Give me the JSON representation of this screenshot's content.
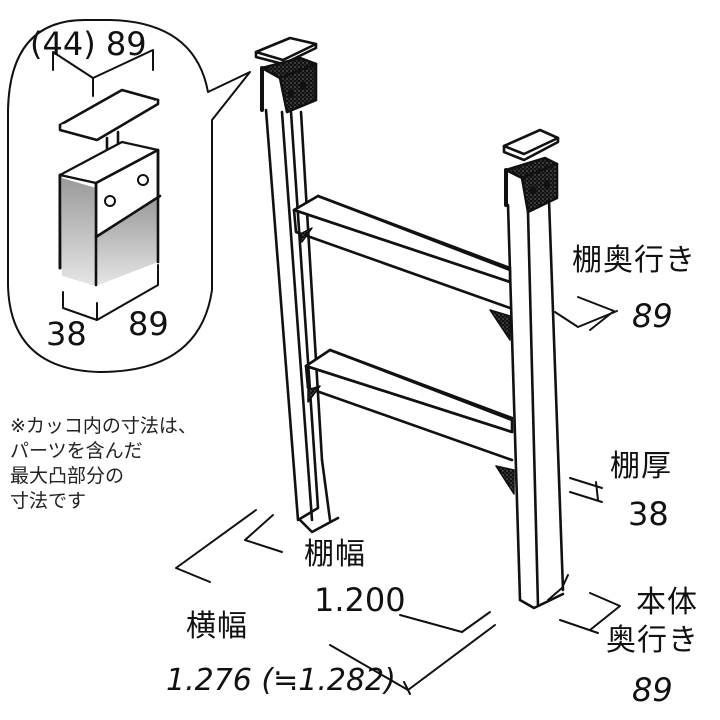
{
  "diagram": {
    "type": "isometric shelf frame sketch",
    "detail_callout": {
      "top_dimension_label": "(44) 89",
      "bottom_left_dimension": "38",
      "bottom_right_dimension": "89"
    },
    "note_lines": [
      "※カッコ内の寸法は、",
      "パーツを含んだ",
      "最大凸部分の",
      "寸法です"
    ],
    "dimensions": {
      "shelf_depth": {
        "label": "棚奥行き",
        "value": "89"
      },
      "shelf_thickness": {
        "label": "棚厚",
        "value": "38"
      },
      "body_depth": {
        "label_line1": "本体",
        "label_line2": "奥行き",
        "value": "89"
      },
      "shelf_width": {
        "label": "棚幅",
        "value": "1.200"
      },
      "overall_width": {
        "label": "横幅",
        "value": "1.276 (≒1.282)"
      }
    },
    "colors": {
      "ink": "#111111",
      "shading": "#bdbdbd",
      "background": "#ffffff"
    }
  }
}
